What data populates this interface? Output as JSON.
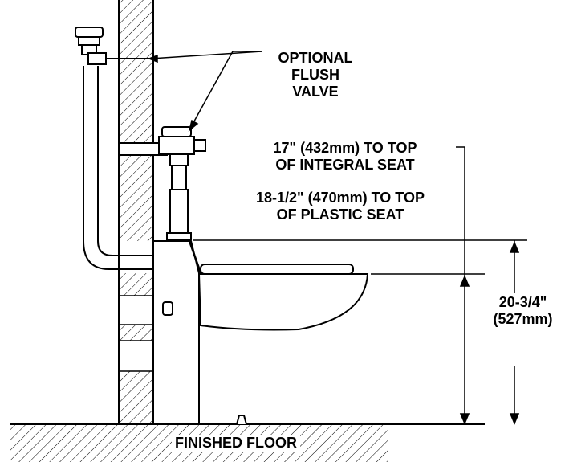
{
  "callouts": {
    "optional_flush_valve": [
      "OPTIONAL",
      "FLUSH",
      "VALVE"
    ],
    "integral_seat": [
      "17\" (432mm) TO TOP",
      "OF INTEGRAL SEAT"
    ],
    "plastic_seat": [
      "18-1/2\" (470mm) TO TOP",
      "OF PLASTIC SEAT"
    ],
    "overall_height": [
      "20-3/4\"",
      "(527mm)"
    ],
    "floor": "FINISHED FLOOR"
  },
  "colors": {
    "line": "#000000",
    "background": "#ffffff"
  }
}
